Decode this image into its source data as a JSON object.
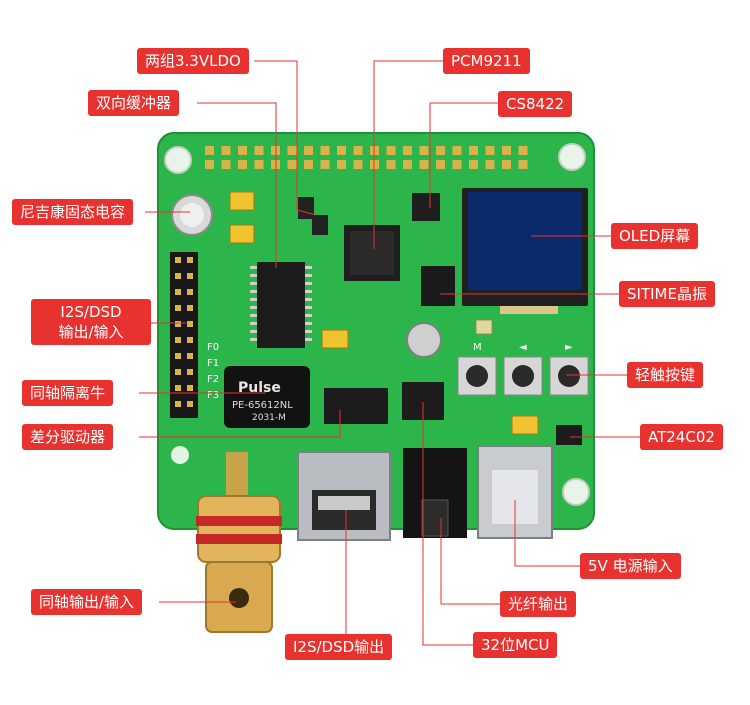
{
  "callouts": {
    "dual_ldo": "两组3.3VLDO",
    "pcm9211": "PCM9211",
    "bidir_buffer": "双向缓冲器",
    "cs8422": "CS8422",
    "nichicon_cap": "尼吉康固态电容",
    "oled": "OLED屏幕",
    "sitime": "SITIME晶振",
    "i2s_dsd_io_line1": "I2S/DSD",
    "i2s_dsd_io_line2": "输出/输入",
    "tactile": "轻触按键",
    "coax_isolation": "同轴隔离牛",
    "diff_driver": "差分驱动器",
    "at24c02": "AT24C02",
    "power_input": "5V 电源输入",
    "optical_out": "光纤输出",
    "coax_io": "同轴输出/输入",
    "i2s_dsd_out": "I2S/DSD输出",
    "mcu": "32位MCU"
  },
  "board_markings": {
    "pulse_brand": "Pulse",
    "transformer_part": "PE-65612NL",
    "transformer_date": "2031-M",
    "pin_labels": [
      "F0",
      "F1",
      "F2",
      "F3"
    ],
    "button_labels": [
      "M",
      "◄",
      "►"
    ]
  },
  "colors": {
    "callout_bg": "#e8322f",
    "pcb_green": "#2bb84a",
    "leader_line": "#e8322f"
  }
}
